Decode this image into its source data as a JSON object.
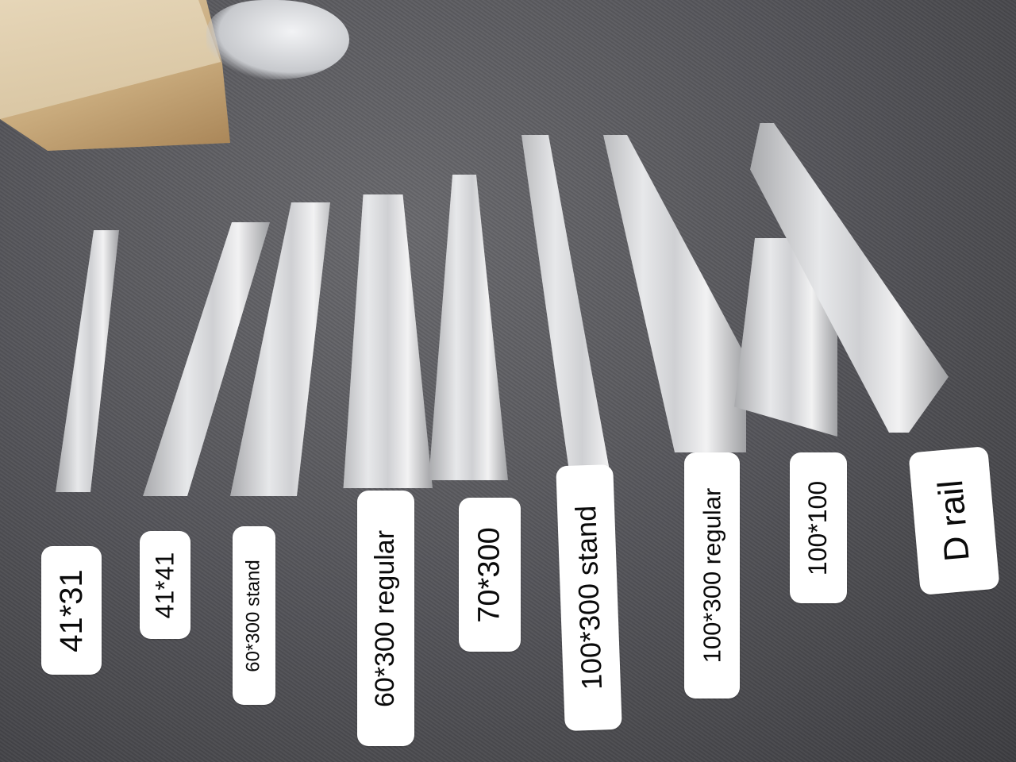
{
  "scene": {
    "description": "Aluminium solar mounting rail profiles laid on grey carpet with labelled sizes",
    "colors": {
      "carpet": "#57575b",
      "aluminium": "#d9dadc",
      "label_bg": "#ffffff",
      "label_text": "#0a0a0a",
      "cardboard": "#c9ab7d"
    }
  },
  "labels": [
    {
      "text": "41*31"
    },
    {
      "text": "41*41"
    },
    {
      "text": "60*300 stand"
    },
    {
      "text": "60*300 regular"
    },
    {
      "text": "70*300"
    },
    {
      "text": "100*300 stand"
    },
    {
      "text": "100*300 regular"
    },
    {
      "text": "100*100"
    },
    {
      "text": "D rail"
    }
  ]
}
